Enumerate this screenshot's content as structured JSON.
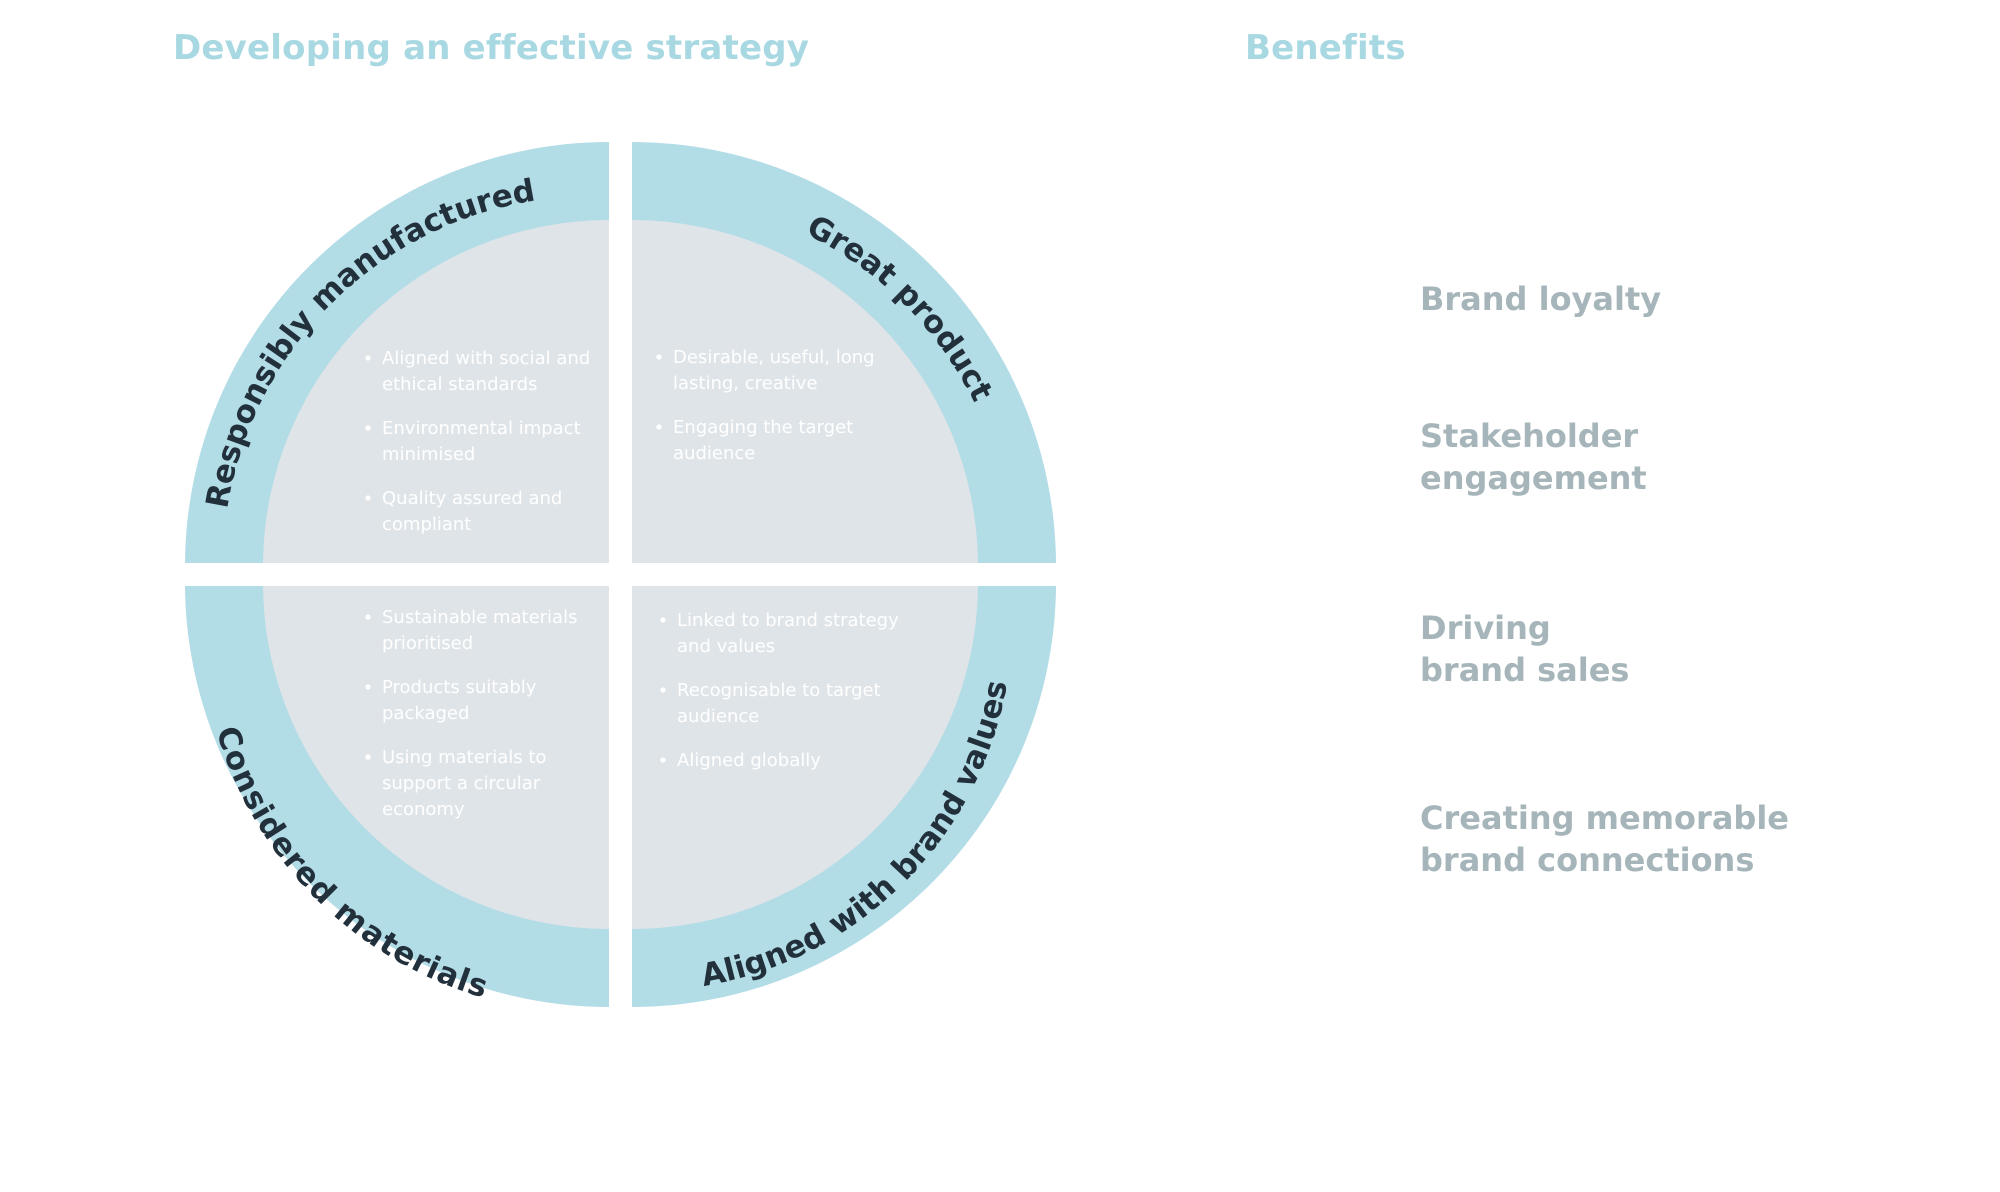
{
  "titles": {
    "strategy": "Developing an effective strategy",
    "benefits": "Benefits"
  },
  "colors": {
    "title": "#a8d8e2",
    "ring": "#b2dce6",
    "inner": "#dfe4e8",
    "label": "#22303c",
    "bullet_text": "#ffffff",
    "benefit_text": "#a6b5ba"
  },
  "quadrants": [
    {
      "position": "top-left",
      "label": "Responsibly manufactured",
      "bullets": [
        [
          "Aligned with social and",
          "ethical standards"
        ],
        [
          "Environmental impact",
          "minimised"
        ],
        [
          "Quality assured and",
          "compliant"
        ]
      ]
    },
    {
      "position": "top-right",
      "label": "Great product",
      "bullets": [
        [
          "Desirable, useful, long",
          "lasting, creative"
        ],
        [
          "Engaging the target",
          "audience"
        ]
      ]
    },
    {
      "position": "bottom-left",
      "label": "Considered materials",
      "bullets": [
        [
          "Sustainable materials",
          "prioritised"
        ],
        [
          "Products suitably",
          "packaged"
        ],
        [
          "Using materials to",
          "support a circular",
          "economy"
        ]
      ]
    },
    {
      "position": "bottom-right",
      "label": "Aligned with brand values",
      "bullets": [
        [
          "Linked to brand strategy",
          "and values"
        ],
        [
          "Recognisable to target",
          "audience"
        ],
        [
          "Aligned globally"
        ]
      ]
    }
  ],
  "benefits": [
    "Brand loyalty",
    "Stakeholder\nengagement",
    "Driving\nbrand sales",
    "Creating memorable\nbrand connections"
  ]
}
